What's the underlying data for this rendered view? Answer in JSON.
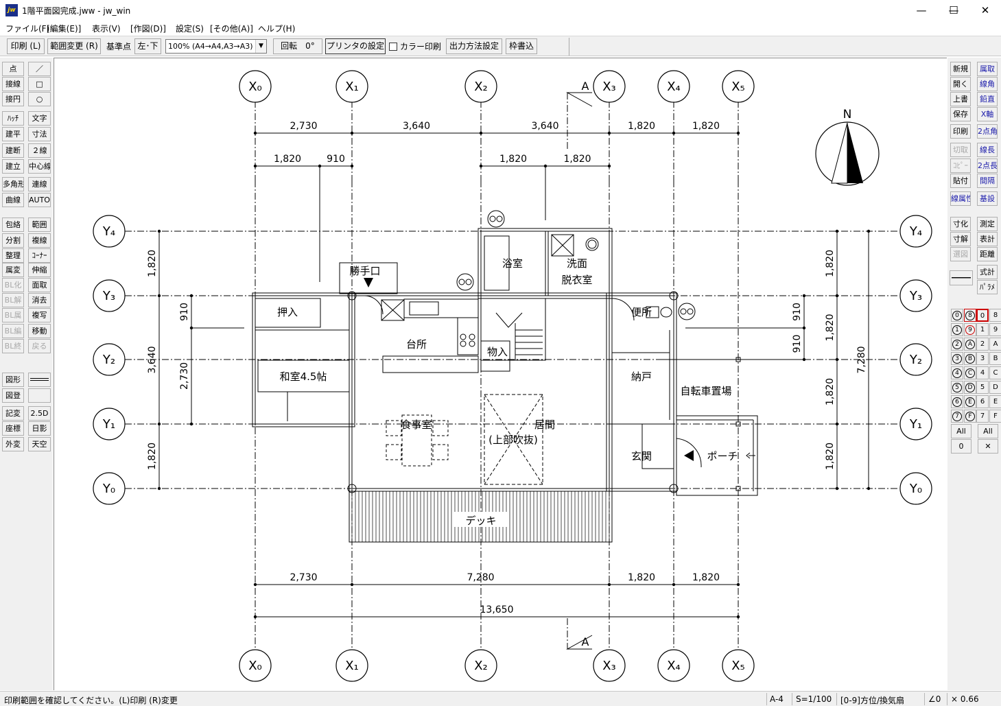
{
  "window": {
    "title": "1階平面図完成.jww - jw_win",
    "app_icon_text": "jw",
    "minimize": "—",
    "maximize": "☐",
    "close": "✕"
  },
  "menu": [
    "ファイル(F)",
    "[編集(E)]",
    "表示(V)",
    "[作図(D)]",
    "設定(S)",
    "[その他(A)]",
    "ヘルプ(H)"
  ],
  "toolbar": {
    "print": "印刷 (L)",
    "range_change": "範囲変更 (R)",
    "base_point_label": "基準点",
    "base_point_value": "左･下",
    "scale_select": "100% (A4→A4,A3→A3)",
    "rotate": "回転　0°",
    "printer_settings": "プリンタの設定",
    "color_print": "カラー印刷",
    "output_method": "出力方法設定",
    "frame_write": "枠書込"
  },
  "left_tools": [
    [
      "点",
      "／"
    ],
    [
      "接線",
      "□"
    ],
    [
      "接円",
      "○"
    ],
    [
      "ﾊｯﾁ",
      "文字"
    ],
    [
      "建平",
      "寸法"
    ],
    [
      "建断",
      "２線"
    ],
    [
      "建立",
      "中心線"
    ],
    [
      "多角形",
      "連線"
    ],
    [
      "曲線",
      "AUTO"
    ],
    [
      "包絡",
      "範囲"
    ],
    [
      "分割",
      "複線"
    ],
    [
      "整理",
      "ｺｰﾅｰ"
    ],
    [
      "属変",
      "伸縮"
    ],
    [
      "BL化",
      "面取"
    ],
    [
      "BL解",
      "消去"
    ],
    [
      "BL属",
      "複写"
    ],
    [
      "BL編",
      "移動"
    ],
    [
      "BL終",
      "戻る"
    ],
    [
      "図形",
      ""
    ],
    [
      "図登",
      ""
    ],
    [
      "記変",
      "2.5D"
    ],
    [
      "座標",
      "日影"
    ],
    [
      "外変",
      "天空"
    ]
  ],
  "right_tools": [
    [
      "新規",
      "属取"
    ],
    [
      "開く",
      "線角"
    ],
    [
      "上書",
      "鉛直"
    ],
    [
      "保存",
      "X軸"
    ],
    [
      "印刷",
      "2点角"
    ],
    [
      "切取",
      "線長"
    ],
    [
      "ｺﾋﾟｰ",
      "2点長"
    ],
    [
      "貼付",
      "間隔"
    ],
    [
      "線属性",
      "基設"
    ],
    [
      "寸化",
      "測定"
    ],
    [
      "寸解",
      "表計"
    ],
    [
      "選図",
      "距離"
    ],
    [
      "",
      "式計"
    ],
    [
      "",
      "ﾊﾟﾗﾒ"
    ]
  ],
  "layer_groups": [
    "0",
    "8",
    "1",
    "9",
    "2",
    "A",
    "3",
    "B",
    "4",
    "C",
    "5",
    "D",
    "6",
    "E",
    "7",
    "F"
  ],
  "layers": [
    "0",
    "8",
    "1",
    "9",
    "2",
    "A",
    "3",
    "B",
    "4",
    "C",
    "5",
    "D",
    "6",
    "E",
    "7",
    "F"
  ],
  "layer_all": "All",
  "layer_zero": "0",
  "layer_x": "✕",
  "drawing": {
    "grid_x": [
      "X₀",
      "X₁",
      "X₂",
      "X₃",
      "X₄",
      "X₅"
    ],
    "grid_y": [
      "Y₄",
      "Y₃",
      "Y₂",
      "Y₁",
      "Y₀"
    ],
    "section_mark": "A",
    "north": "N",
    "dims_top_1": [
      "2,730",
      "3,640",
      "3,640",
      "1,820",
      "1,820"
    ],
    "dims_top_2": [
      "1,820",
      "910",
      "1,820",
      "1,820"
    ],
    "dims_bottom_1": [
      "2,730",
      "7,280",
      "1,820",
      "1,820"
    ],
    "dims_bottom_2": "13,650",
    "dims_left_1": [
      "1,820",
      "3,640",
      "1,820"
    ],
    "dims_left_2": [
      "910",
      "2,730"
    ],
    "dims_right_1": [
      "1,820",
      "1,820",
      "1,820",
      "1,820"
    ],
    "dims_right_2": [
      "910",
      "910"
    ],
    "dims_right_total": "7,280",
    "rooms": {
      "bath": "浴室",
      "wash": "洗面",
      "dressing": "脱衣室",
      "kitchen_door": "勝手口",
      "closet": "押入",
      "kitchen": "台所",
      "storage": "物入",
      "toilet": "便所",
      "japanese_room": "和室4.5帖",
      "nando": "納戸",
      "bike": "自転車置場",
      "dining": "食事室",
      "living": "居間",
      "void": "(上部吹抜)",
      "entrance": "玄関",
      "porch": "ポーチ",
      "deck": "デッキ"
    }
  },
  "status": {
    "message": "印刷範囲を確認してください。(L)印刷 (R)変更",
    "paper": "A-4",
    "scale": "S=1/100",
    "mode": "[0-9]方位/換気扇",
    "angle": "∠0",
    "zoom": "× 0.66"
  }
}
